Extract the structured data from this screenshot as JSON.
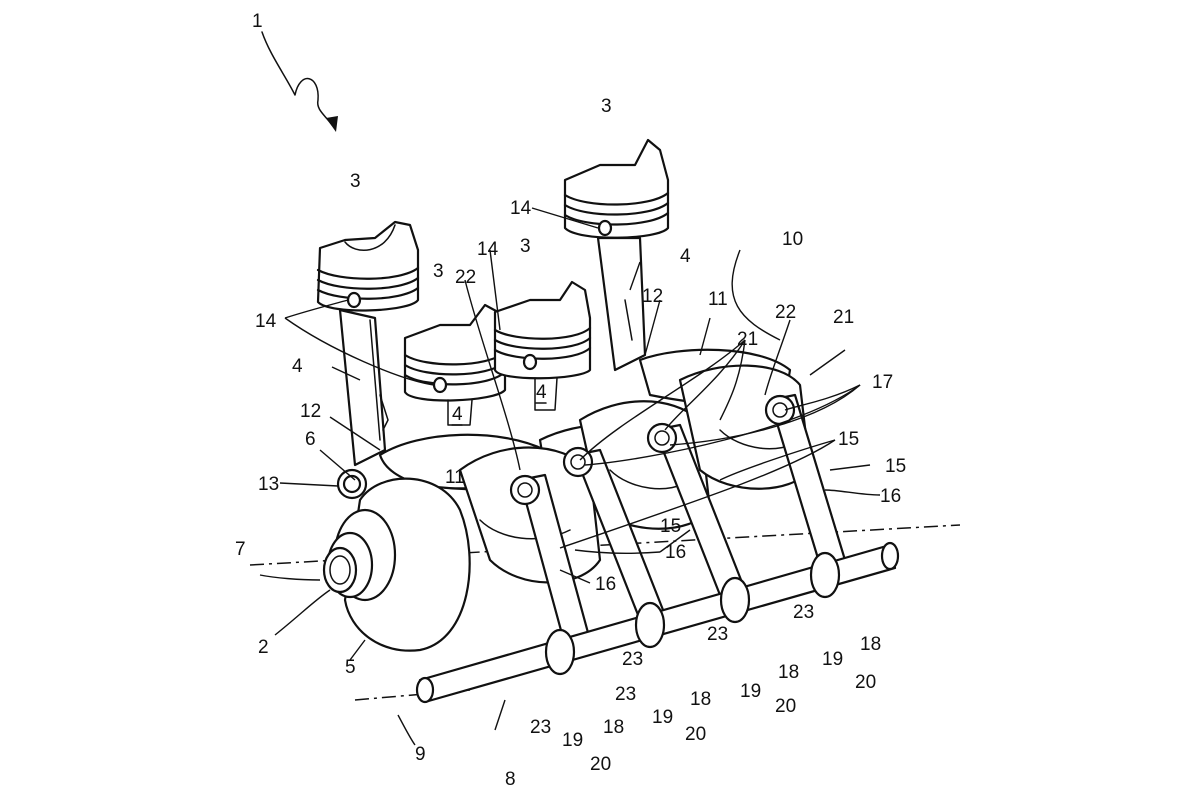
{
  "labels": [
    {
      "id": "l1",
      "text": "1"
    },
    {
      "id": "l3a",
      "text": "3"
    },
    {
      "id": "l3b",
      "text": "3"
    },
    {
      "id": "l3c",
      "text": "3"
    },
    {
      "id": "l3d",
      "text": "3"
    },
    {
      "id": "l14a",
      "text": "14"
    },
    {
      "id": "l14b",
      "text": "14"
    },
    {
      "id": "l14c",
      "text": "14"
    },
    {
      "id": "l4a",
      "text": "4"
    },
    {
      "id": "l4b",
      "text": "4"
    },
    {
      "id": "l4c",
      "text": "4"
    },
    {
      "id": "l4d",
      "text": "4"
    },
    {
      "id": "l10",
      "text": "10"
    },
    {
      "id": "l11a",
      "text": "11"
    },
    {
      "id": "l11b",
      "text": "11"
    },
    {
      "id": "l12a",
      "text": "12"
    },
    {
      "id": "l12b",
      "text": "12"
    },
    {
      "id": "l21a",
      "text": "21"
    },
    {
      "id": "l21b",
      "text": "21"
    },
    {
      "id": "l22a",
      "text": "22"
    },
    {
      "id": "l22b",
      "text": "22"
    },
    {
      "id": "l17",
      "text": "17"
    },
    {
      "id": "l15a",
      "text": "15"
    },
    {
      "id": "l15b",
      "text": "15"
    },
    {
      "id": "l15c",
      "text": "15"
    },
    {
      "id": "l16a",
      "text": "16"
    },
    {
      "id": "l16b",
      "text": "16"
    },
    {
      "id": "l16c",
      "text": "16"
    },
    {
      "id": "l6",
      "text": "6"
    },
    {
      "id": "l13",
      "text": "13"
    },
    {
      "id": "l7",
      "text": "7"
    },
    {
      "id": "l2",
      "text": "2"
    },
    {
      "id": "l5",
      "text": "5"
    },
    {
      "id": "l8",
      "text": "8"
    },
    {
      "id": "l9",
      "text": "9"
    },
    {
      "id": "l23a",
      "text": "23"
    },
    {
      "id": "l23b",
      "text": "23"
    },
    {
      "id": "l23c",
      "text": "23"
    },
    {
      "id": "l23d",
      "text": "23"
    },
    {
      "id": "l23e",
      "text": "23"
    },
    {
      "id": "l19a",
      "text": "19"
    },
    {
      "id": "l19b",
      "text": "19"
    },
    {
      "id": "l19c",
      "text": "19"
    },
    {
      "id": "l19d",
      "text": "19"
    },
    {
      "id": "l20a",
      "text": "20"
    },
    {
      "id": "l20b",
      "text": "20"
    },
    {
      "id": "l20c",
      "text": "20"
    },
    {
      "id": "l20d",
      "text": "20"
    },
    {
      "id": "l18a",
      "text": "18"
    },
    {
      "id": "l18b",
      "text": "18"
    },
    {
      "id": "l18c",
      "text": "18"
    },
    {
      "id": "l18d",
      "text": "18"
    }
  ]
}
